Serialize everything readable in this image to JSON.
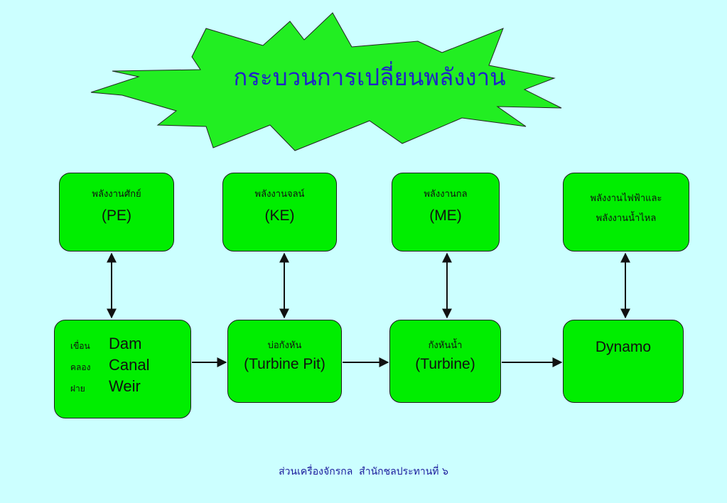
{
  "title": "กระบวนการเปลี่ยนพลังงาน",
  "colors": {
    "background": "#ccffff",
    "box_fill": "#00ee00",
    "star_fill": "#22ee22",
    "title_text": "#1f24c8",
    "footer_text": "#1a1a9c"
  },
  "energy_boxes": [
    {
      "thai": "พลังงานศักย์",
      "english": "(PE)"
    },
    {
      "thai": "พลังงานจลน์",
      "english": "(KE)"
    },
    {
      "thai": "พลังงานกล",
      "english": "(ME)"
    },
    {
      "thai_line1": "พลังงานไฟฟ้าและ",
      "thai_line2": "พลังงานน้ำไหล"
    }
  ],
  "sources": [
    {
      "thai": "เขื่อน",
      "english": "Dam"
    },
    {
      "thai": "คลอง",
      "english": "Canal"
    },
    {
      "thai": "ฝาย",
      "english": "Weir"
    }
  ],
  "components": [
    {
      "thai": "บ่อกังหัน",
      "english": "(Turbine Pit)"
    },
    {
      "thai": "กังหันน้ำ",
      "english": "(Turbine)"
    },
    {
      "english": "Dynamo"
    }
  ],
  "footer": "ส่วนเครื่องจักรกล  สำนักชลประทานที่ ๖"
}
